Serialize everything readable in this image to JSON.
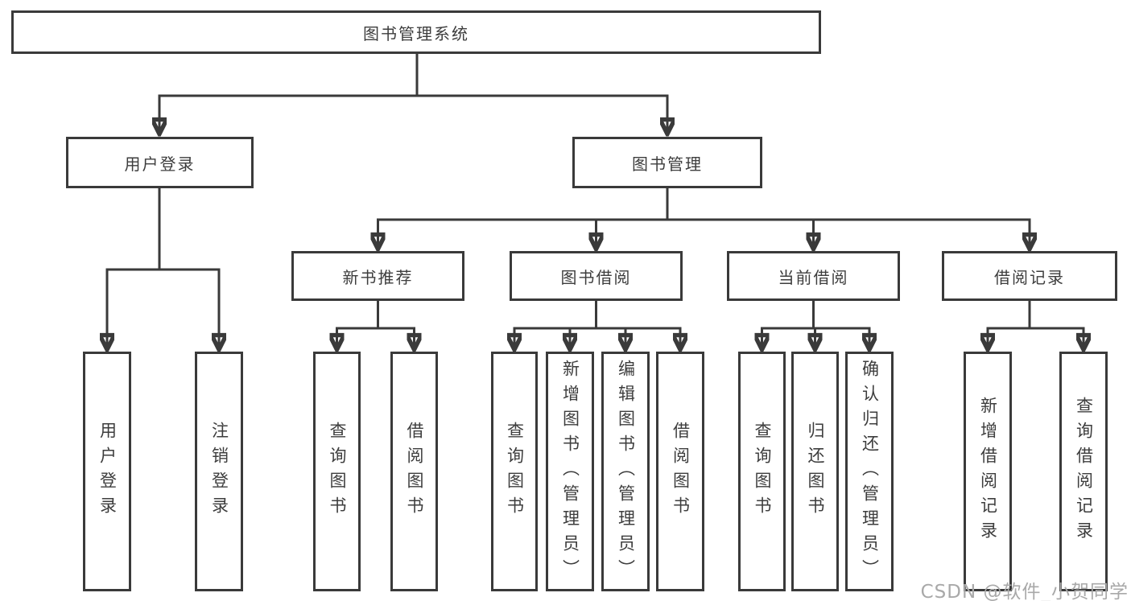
{
  "tree": {
    "label": "图书管理系统",
    "children": [
      {
        "label": "用户登录",
        "children": [
          {
            "label": "用户登录"
          },
          {
            "label": "注销登录"
          }
        ]
      },
      {
        "label": "图书管理",
        "children": [
          {
            "label": "新书推荐",
            "children": [
              {
                "label": "查询图书"
              },
              {
                "label": "借阅图书"
              }
            ]
          },
          {
            "label": "图书借阅",
            "children": [
              {
                "label": "查询图书"
              },
              {
                "label": "新增图书（管理员）"
              },
              {
                "label": "编辑图书（管理员）"
              },
              {
                "label": "借阅图书"
              }
            ]
          },
          {
            "label": "当前借阅",
            "children": [
              {
                "label": "查询图书"
              },
              {
                "label": "归还图书"
              },
              {
                "label": "确认归还（管理员）"
              }
            ]
          },
          {
            "label": "借阅记录",
            "children": [
              {
                "label": "新增借阅记录"
              },
              {
                "label": "查询借阅记录"
              }
            ]
          }
        ]
      }
    ]
  },
  "watermark": {
    "text": "CSDN @软件_小贺同学"
  },
  "colors": {
    "background": "#ffffff",
    "box_border": "#3a3a3a",
    "box_fill": "#ffffff",
    "line": "#3a3a3a",
    "text": "#3d3d3d",
    "watermark": "#a9a9a9"
  }
}
